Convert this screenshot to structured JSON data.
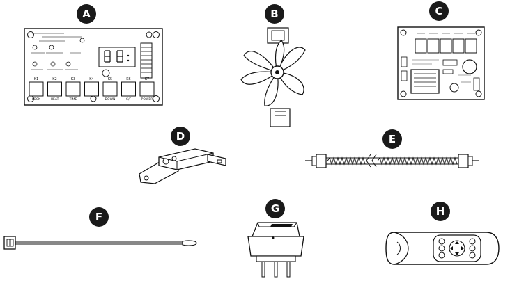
{
  "parts": [
    {
      "id": "A",
      "label": "A",
      "name": "control-board-display"
    },
    {
      "id": "B",
      "label": "B",
      "name": "fan"
    },
    {
      "id": "C",
      "label": "C",
      "name": "control-board-relay"
    },
    {
      "id": "D",
      "label": "D",
      "name": "thermal-cutoff"
    },
    {
      "id": "E",
      "label": "E",
      "name": "heating-element"
    },
    {
      "id": "F",
      "label": "F",
      "name": "temperature-sensor"
    },
    {
      "id": "G",
      "label": "G",
      "name": "rocker-switch"
    },
    {
      "id": "H",
      "label": "H",
      "name": "remote-control"
    }
  ],
  "board_a": {
    "keys": [
      "K1",
      "K2",
      "K3",
      "K4",
      "K5",
      "K6",
      "K7"
    ],
    "key_captions": [
      "LOCK",
      "HEAT",
      "TIME",
      "",
      "DOWN",
      "C/F",
      "POWER"
    ]
  }
}
